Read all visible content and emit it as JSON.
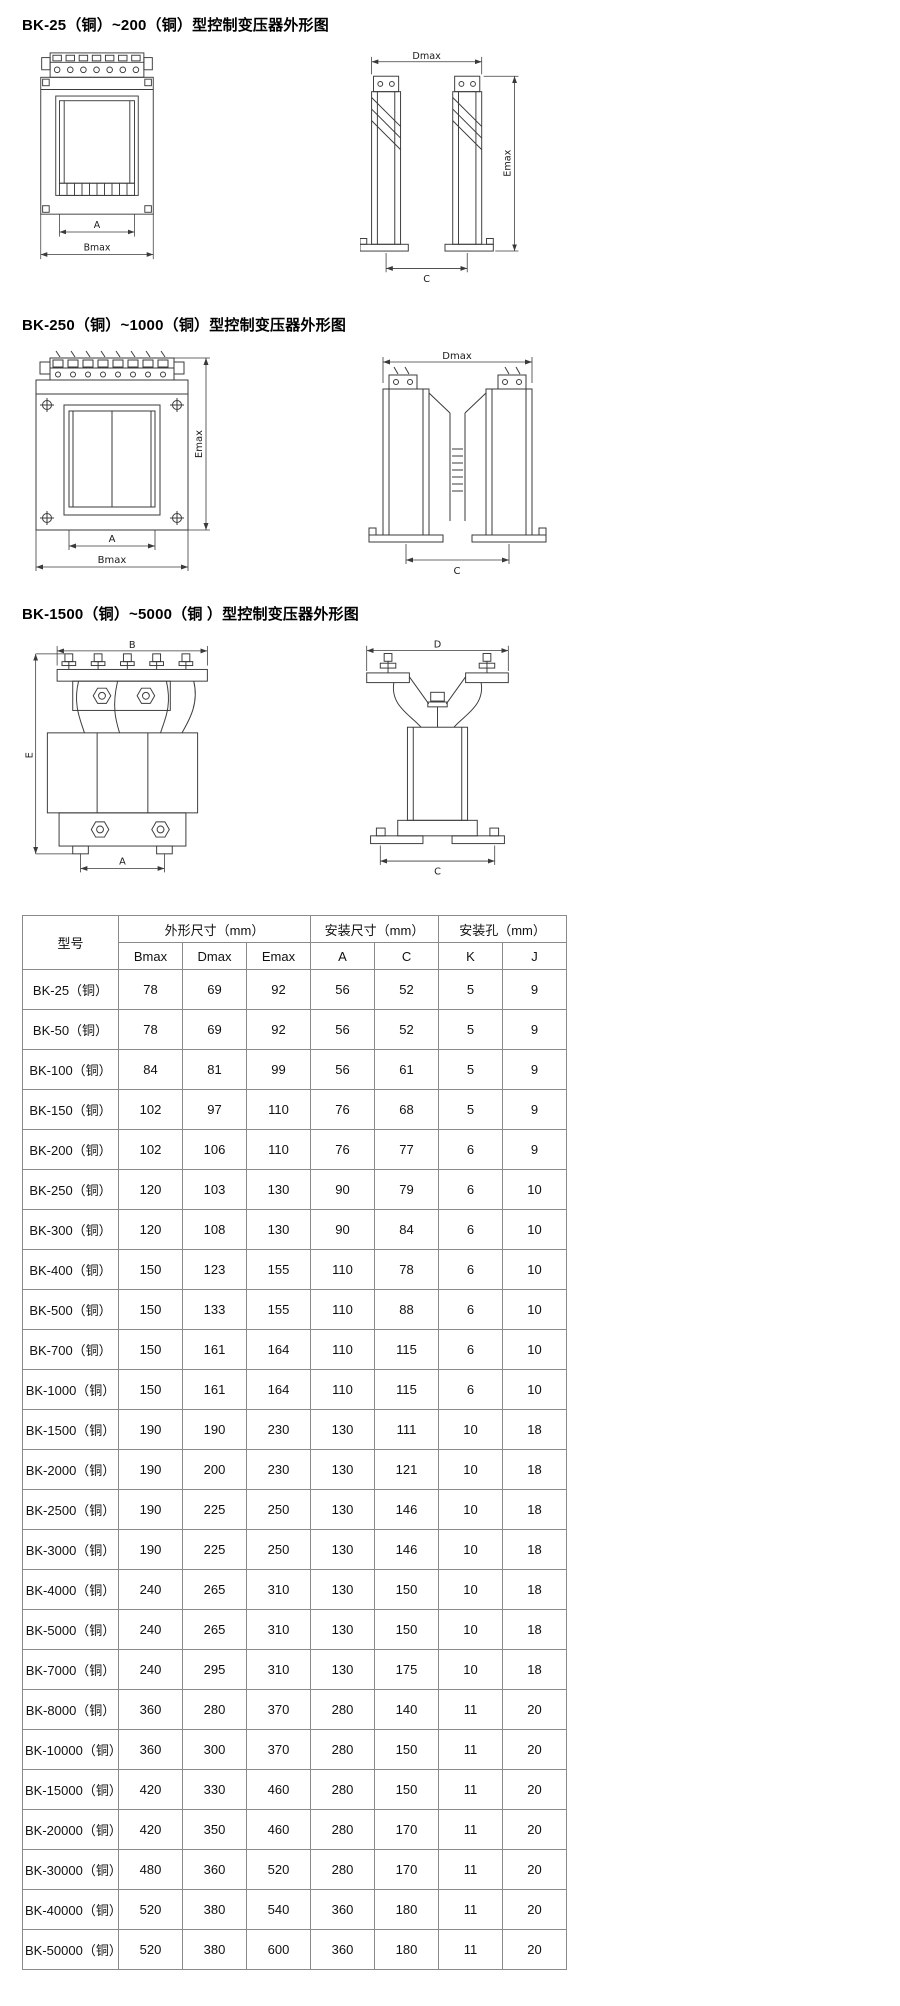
{
  "colors": {
    "line": "#3a3a3a",
    "table_border": "#8a8a8a",
    "text": "#111111"
  },
  "sections": [
    {
      "title": "BK-25（铜）~200（铜）型控制变压器外形图",
      "front": {
        "dim_a": "A",
        "dim_bmax": "Bmax"
      },
      "side": {
        "dim_dmax": "Dmax",
        "dim_emax": "Emax",
        "dim_c": "C"
      }
    },
    {
      "title": "BK-250（铜）~1000（铜）型控制变压器外形图",
      "front": {
        "dim_a": "A",
        "dim_bmax": "Bmax",
        "dim_emax": "Emax"
      },
      "side": {
        "dim_dmax": "Dmax",
        "dim_c": "C"
      }
    },
    {
      "title": "BK-1500（铜）~5000（铜 ）型控制变压器外形图",
      "front": {
        "dim_b": "B",
        "dim_e": "E",
        "dim_a": "A"
      },
      "side": {
        "dim_d": "D",
        "dim_c": "C"
      }
    }
  ],
  "table": {
    "model_header": "型号",
    "groups": [
      {
        "label": "外形尺寸（mm）",
        "span": 3
      },
      {
        "label": "安装尺寸（mm）",
        "span": 2
      },
      {
        "label": "安装孔（mm）",
        "span": 2
      }
    ],
    "columns": [
      "Bmax",
      "Dmax",
      "Emax",
      "A",
      "C",
      "K",
      "J"
    ],
    "rows": [
      [
        "BK-25（铜）",
        "78",
        "69",
        "92",
        "56",
        "52",
        "5",
        "9"
      ],
      [
        "BK-50（铜）",
        "78",
        "69",
        "92",
        "56",
        "52",
        "5",
        "9"
      ],
      [
        "BK-100（铜）",
        "84",
        "81",
        "99",
        "56",
        "61",
        "5",
        "9"
      ],
      [
        "BK-150（铜）",
        "102",
        "97",
        "110",
        "76",
        "68",
        "5",
        "9"
      ],
      [
        "BK-200（铜）",
        "102",
        "106",
        "110",
        "76",
        "77",
        "6",
        "9"
      ],
      [
        "BK-250（铜）",
        "120",
        "103",
        "130",
        "90",
        "79",
        "6",
        "10"
      ],
      [
        "BK-300（铜）",
        "120",
        "108",
        "130",
        "90",
        "84",
        "6",
        "10"
      ],
      [
        "BK-400（铜）",
        "150",
        "123",
        "155",
        "110",
        "78",
        "6",
        "10"
      ],
      [
        "BK-500（铜）",
        "150",
        "133",
        "155",
        "110",
        "88",
        "6",
        "10"
      ],
      [
        "BK-700（铜）",
        "150",
        "161",
        "164",
        "110",
        "115",
        "6",
        "10"
      ],
      [
        "BK-1000（铜）",
        "150",
        "161",
        "164",
        "110",
        "115",
        "6",
        "10"
      ],
      [
        "BK-1500（铜）",
        "190",
        "190",
        "230",
        "130",
        "111",
        "10",
        "18"
      ],
      [
        "BK-2000（铜）",
        "190",
        "200",
        "230",
        "130",
        "121",
        "10",
        "18"
      ],
      [
        "BK-2500（铜）",
        "190",
        "225",
        "250",
        "130",
        "146",
        "10",
        "18"
      ],
      [
        "BK-3000（铜）",
        "190",
        "225",
        "250",
        "130",
        "146",
        "10",
        "18"
      ],
      [
        "BK-4000（铜）",
        "240",
        "265",
        "310",
        "130",
        "150",
        "10",
        "18"
      ],
      [
        "BK-5000（铜）",
        "240",
        "265",
        "310",
        "130",
        "150",
        "10",
        "18"
      ],
      [
        "BK-7000（铜）",
        "240",
        "295",
        "310",
        "130",
        "175",
        "10",
        "18"
      ],
      [
        "BK-8000（铜）",
        "360",
        "280",
        "370",
        "280",
        "140",
        "11",
        "20"
      ],
      [
        "BK-10000（铜）",
        "360",
        "300",
        "370",
        "280",
        "150",
        "11",
        "20"
      ],
      [
        "BK-15000（铜）",
        "420",
        "330",
        "460",
        "280",
        "150",
        "11",
        "20"
      ],
      [
        "BK-20000（铜）",
        "420",
        "350",
        "460",
        "280",
        "170",
        "11",
        "20"
      ],
      [
        "BK-30000（铜）",
        "480",
        "360",
        "520",
        "280",
        "170",
        "11",
        "20"
      ],
      [
        "BK-40000（铜）",
        "520",
        "380",
        "540",
        "360",
        "180",
        "11",
        "20"
      ],
      [
        "BK-50000（铜）",
        "520",
        "380",
        "600",
        "360",
        "180",
        "11",
        "20"
      ]
    ]
  }
}
